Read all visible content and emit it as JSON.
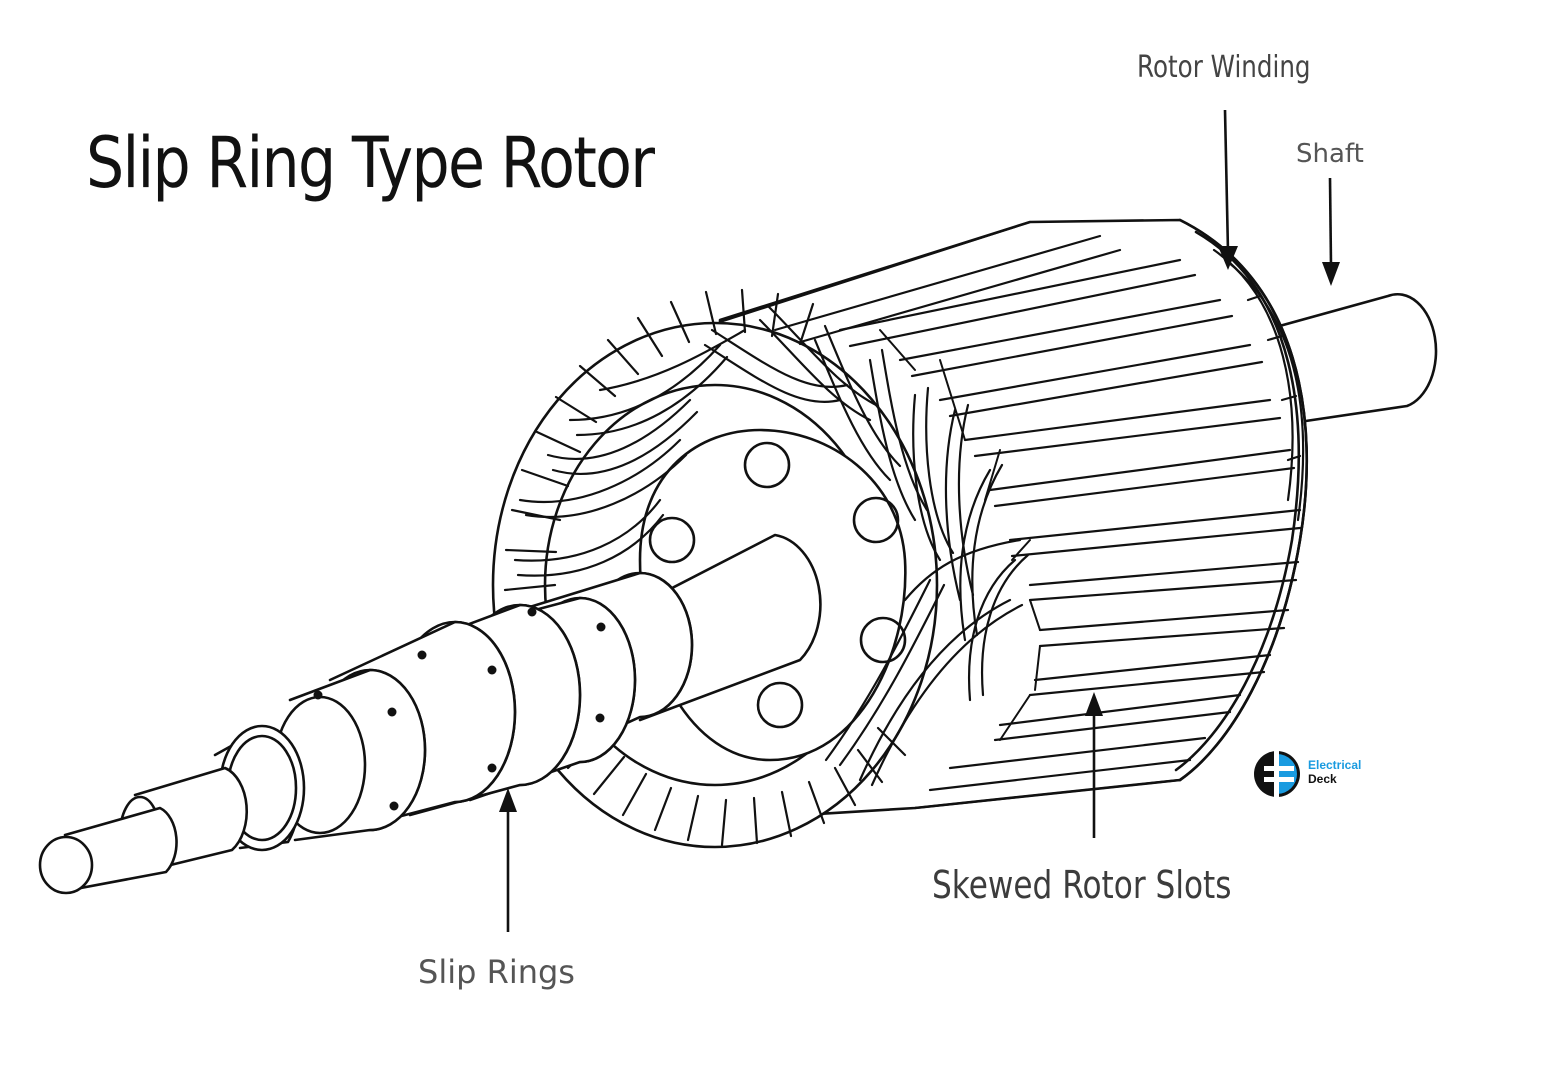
{
  "diagram": {
    "title": "Slip Ring Type Rotor",
    "labels": {
      "rotor_winding": "Rotor Winding",
      "shaft": "Shaft",
      "skewed_rotor_slots": "Skewed Rotor Slots",
      "slip_rings": "Slip Rings"
    },
    "logo": {
      "line1": "Electrical",
      "line2": "Deck",
      "accent_color": "#1a9be0",
      "dark_color": "#111111"
    },
    "line_color": "#111111",
    "background": "#ffffff"
  }
}
